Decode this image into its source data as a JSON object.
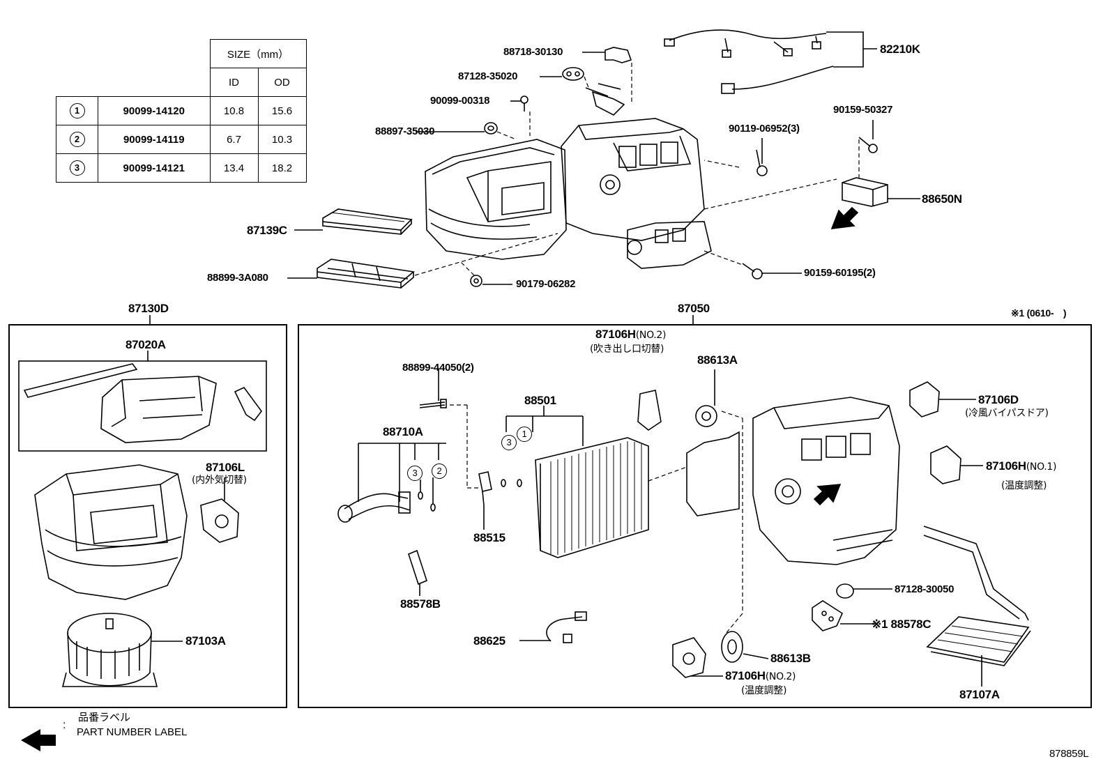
{
  "size_table": {
    "header_size": "SIZE（mm）",
    "header_id": "ID",
    "header_od": "OD",
    "rows": [
      {
        "no": "1",
        "part": "90099-14120",
        "id": "10.8",
        "od": "15.6"
      },
      {
        "no": "2",
        "part": "90099-14119",
        "id": "6.7",
        "od": "10.3"
      },
      {
        "no": "3",
        "part": "90099-14121",
        "id": "13.4",
        "od": "18.2"
      }
    ]
  },
  "labels": {
    "p88718_30130": "88718-30130",
    "p87128_35020": "87128-35020",
    "p90099_00318": "90099-00318",
    "p88897_35030": "88897-35030",
    "p82210K": "82210K",
    "p90159_50327": "90159-50327",
    "p90119_06952": "90119-06952(3)",
    "p88650N": "88650N",
    "p87139C": "87139C",
    "p88899_3A080": "88899-3A080",
    "p90179_06282": "90179-06282",
    "p90159_60195": "90159-60195(2)",
    "p87130D": "87130D",
    "p87050": "87050",
    "note1": "※1 (0610-　)",
    "p87020A": "87020A",
    "p87106L": "87106L",
    "p87106L_jp": "(内外気切替)",
    "p87103A": "87103A",
    "p88899_44050": "88899-44050(2)",
    "p88710A": "88710A",
    "p88501": "88501",
    "p88515": "88515",
    "p88578B": "88578B",
    "p88625": "88625",
    "p87106H_no2_top": "87106H",
    "p87106H_no2_top_sub": "(NO.2)",
    "p87106H_no2_top_jp": "(吹き出し口切替)",
    "p88613A": "88613A",
    "p87106D": "87106D",
    "p87106D_jp": "(冷風バイパスドア)",
    "p87106H_no1": "87106H",
    "p87106H_no1_sub": "(NO.1)",
    "p87106H_no1_jp": "(温度調整)",
    "p87128_30050": "87128-30050",
    "p88578C": "※1 88578C",
    "p88613B": "88613B",
    "p87106H_no2_bot": "87106H",
    "p87106H_no2_bot_sub": "(NO.2)",
    "p87106H_no2_bot_jp": "(温度調整)",
    "p87107A": "87107A",
    "c3a": "3",
    "c1a": "1",
    "c3b": "3",
    "c2b": "2"
  },
  "legend": {
    "jp": "品番ラベル",
    "en": "PART NUMBER LABEL",
    "colon": ":"
  },
  "footer_code": "878859L"
}
